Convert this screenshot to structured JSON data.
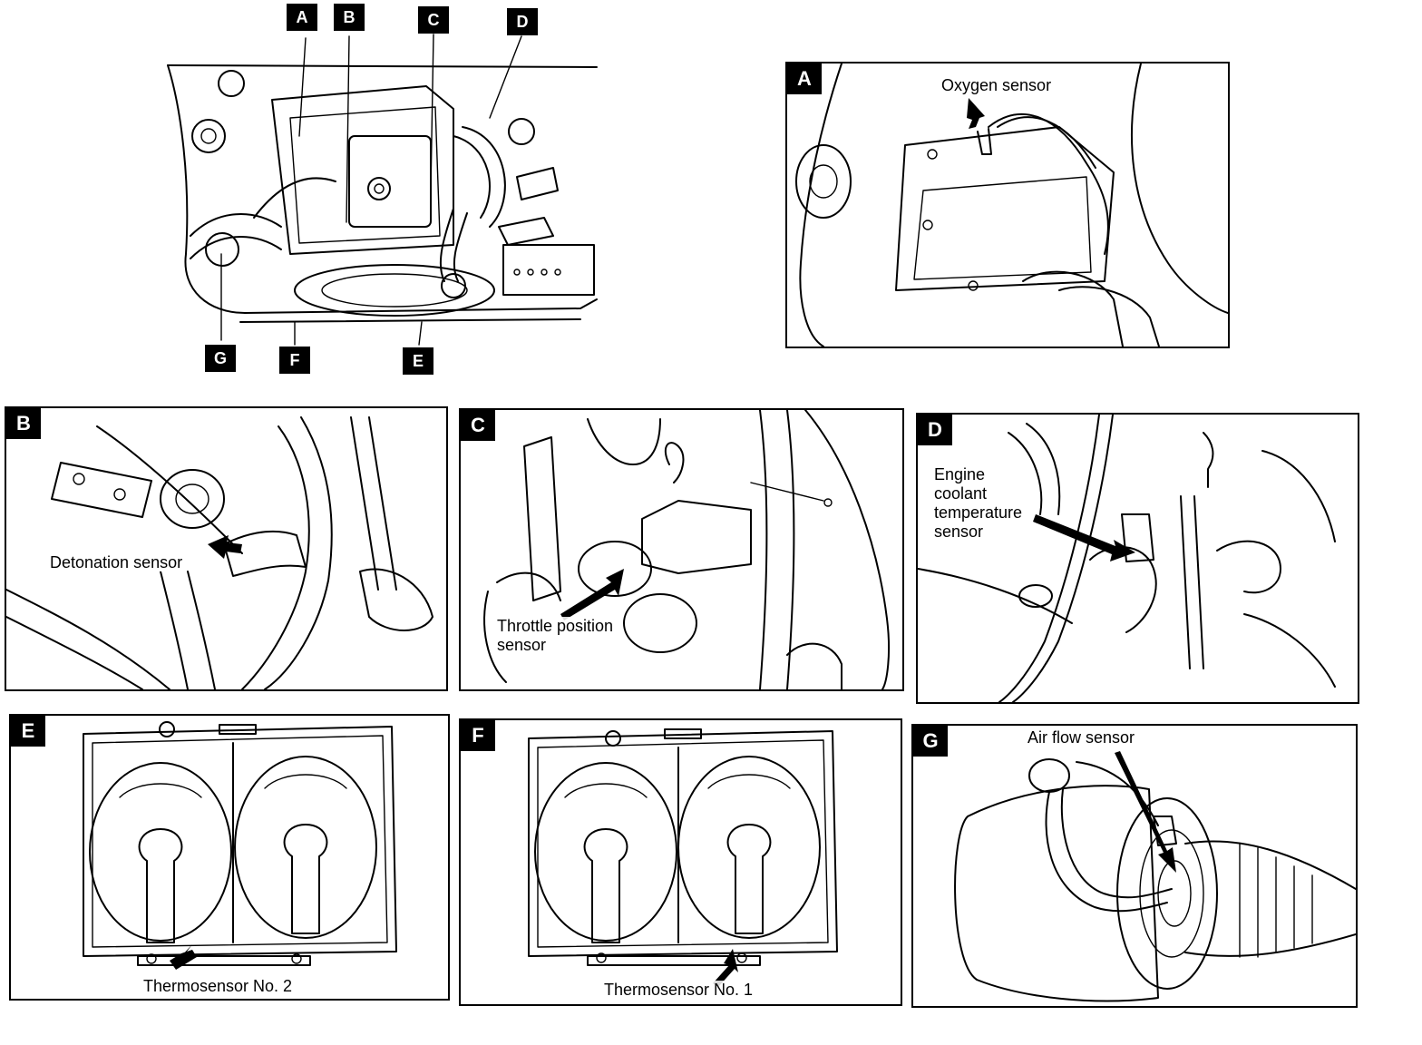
{
  "overview": {
    "callouts_top": [
      "A",
      "B",
      "C",
      "D"
    ],
    "callouts_bottom": [
      "G",
      "F",
      "E"
    ]
  },
  "panels": {
    "A": {
      "badge": "A",
      "label": "Oxygen sensor"
    },
    "B": {
      "badge": "B",
      "label": "Detonation sensor"
    },
    "C": {
      "badge": "C",
      "label_line1": "Throttle position",
      "label_line2": "sensor"
    },
    "D": {
      "badge": "D",
      "label_line1": "Engine",
      "label_line2": "coolant",
      "label_line3": "temperature",
      "label_line4": "sensor"
    },
    "E": {
      "badge": "E",
      "label": "Thermosensor No. 2"
    },
    "F": {
      "badge": "F",
      "label": "Thermosensor No. 1"
    },
    "G": {
      "badge": "G",
      "label": "Air flow sensor"
    }
  }
}
